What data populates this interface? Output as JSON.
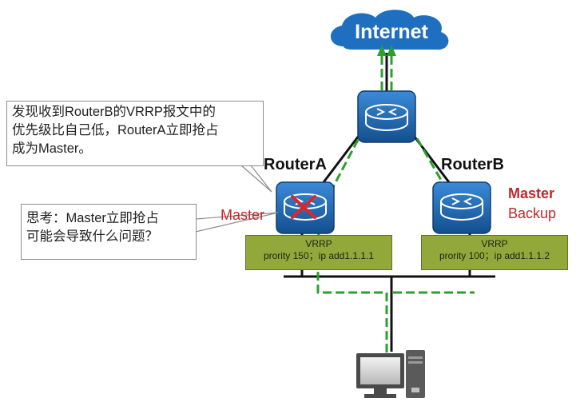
{
  "internet_label": "Internet",
  "router_a": {
    "name": "RouterA",
    "role": "Master",
    "vrrp_title": "VRRP",
    "vrrp_detail": "prority 150；ip add1.1.1.1"
  },
  "router_b": {
    "name": "RouterB",
    "role_new": "Master",
    "role_old": "Backup",
    "vrrp_title": "VRRP",
    "vrrp_detail": "prority 100；ip add1.1.1.2"
  },
  "callout_top": {
    "lines": [
      "发现收到RouterB的VRRP报文中的",
      "优先级比自己低，RouterA立即抢占",
      "成为Master。"
    ]
  },
  "callout_question": {
    "lines": [
      "思考：Master立即抢占",
      "可能会导致什么问题？"
    ]
  },
  "colors": {
    "cloud": "#1f6fc0",
    "router_blue": "#1b64ad",
    "vrrp_green": "#92a83a",
    "path_green": "#2ca02c",
    "master_red": "#c0282d",
    "cross_red": "#e0242a"
  }
}
